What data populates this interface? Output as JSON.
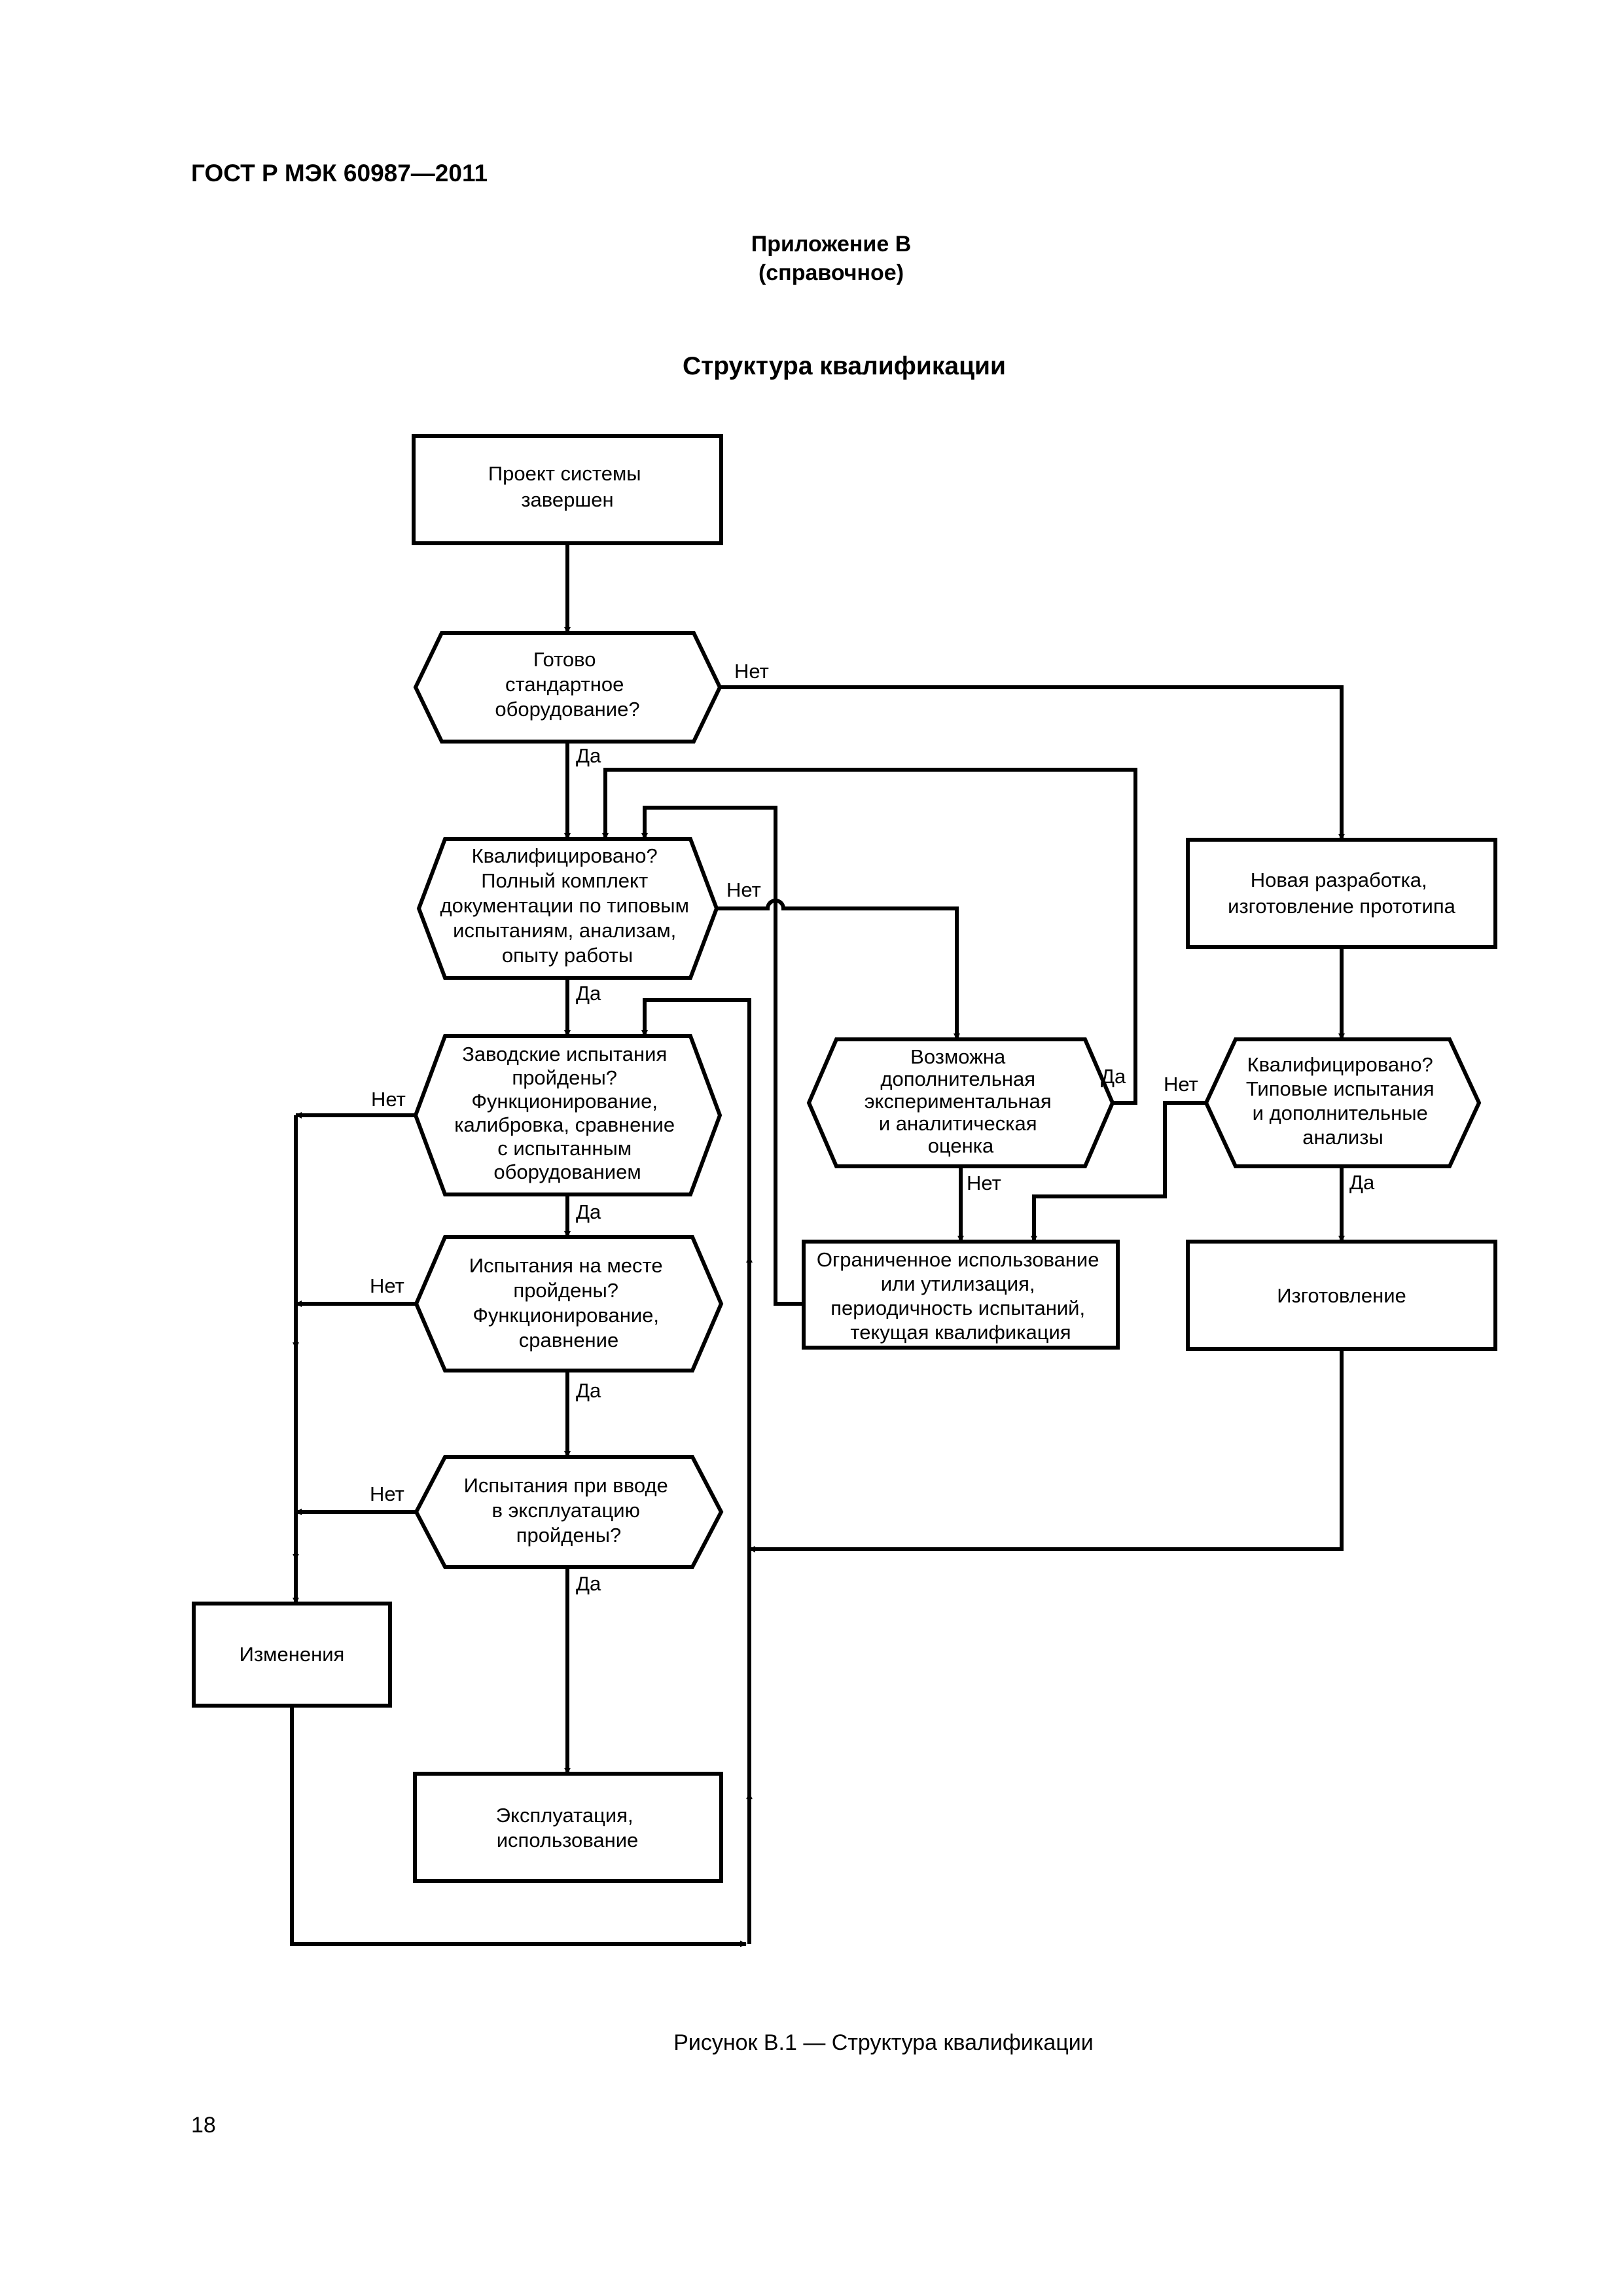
{
  "header": "ГОСТ Р МЭК 60987—2011",
  "appendix": {
    "title": "Приложение В",
    "kind": "(справочное)"
  },
  "section_title": "Структура квалификации",
  "flowchart": {
    "nodes": {
      "project_done": [
        "Проект системы",
        "завершен"
      ],
      "standard_ready": [
        "Готово",
        "стандартное",
        "оборудование?"
      ],
      "qualified": [
        "Квалифицировано?",
        "Полный комплект",
        "документации по типовым",
        "испытаниям, анализам,",
        "опыту работы"
      ],
      "new_development": [
        "Новая разработка,",
        "изготовление прототипа"
      ],
      "factory_tests": [
        "Заводские испытания",
        "пройдены?",
        "Функционирование,",
        "калибровка, сравнение",
        "с испытанным",
        "оборудованием"
      ],
      "extra_evaluation": [
        "Возможна",
        "дополнительная",
        "экспериментальная",
        "и аналитическая",
        "оценка"
      ],
      "qualified_typical": [
        "Квалифицировано?",
        "Типовые испытания",
        "и дополнительные",
        "анализы"
      ],
      "site_tests": [
        "Испытания на месте",
        "пройдены?",
        "Функционирование,",
        "сравнение"
      ],
      "limited_use": [
        "Ограниченное использование",
        "или утилизация,",
        "периодичность испытаний,",
        "текущая квалификация"
      ],
      "manufacturing": [
        "Изготовление"
      ],
      "commissioning_tests": [
        "Испытания при вводе",
        "в эксплуатацию",
        "пройдены?"
      ],
      "changes": [
        "Изменения"
      ],
      "operation": [
        "Эксплуатация,",
        "использование"
      ]
    },
    "labels": {
      "yes": "Да",
      "no": "Нет"
    }
  },
  "caption": "Рисунок В.1 — Структура квалификации",
  "page_number": "18"
}
